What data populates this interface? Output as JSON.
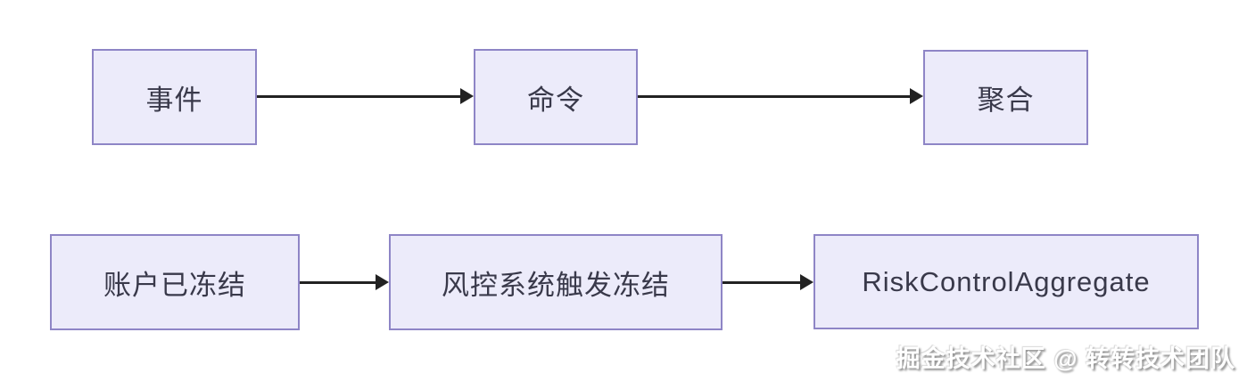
{
  "theme": {
    "background": "#ffffff",
    "box_fill": "#ecebfa",
    "box_border": "#8e85c6",
    "arrow_color": "#222222",
    "box_text": "#39394a",
    "watermark_color": "#ffffff",
    "watermark_shadow": "#8f8f8f"
  },
  "diagram": {
    "nodes": [
      {
        "id": "event",
        "label": "事件",
        "row": "top"
      },
      {
        "id": "command",
        "label": "命令",
        "row": "top"
      },
      {
        "id": "aggregate",
        "label": "聚合",
        "row": "top"
      },
      {
        "id": "account-frozen",
        "label": "账户已冻结",
        "row": "bottom"
      },
      {
        "id": "risk-trigger",
        "label": "风控系统触发冻结",
        "row": "bottom"
      },
      {
        "id": "risk-control-aggregate",
        "label": "RiskControlAggregate",
        "row": "bottom"
      }
    ],
    "arrows": [
      {
        "from": "事件",
        "to": "命令"
      },
      {
        "from": "命令",
        "to": "聚合"
      },
      {
        "from": "账户已冻结",
        "to": "风控系统触发冻结"
      },
      {
        "from": "风控系统触发冻结",
        "to": "RiskControlAggregate"
      }
    ]
  },
  "watermark": {
    "text": "掘金技术社区 @ 转转技术团队"
  }
}
